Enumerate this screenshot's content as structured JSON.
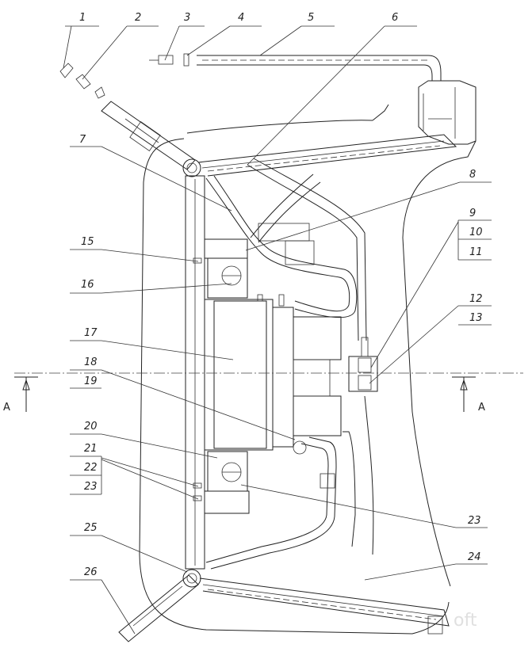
{
  "callouts": [
    "1",
    "2",
    "3",
    "4",
    "5",
    "6",
    "7",
    "8",
    "9",
    "10",
    "11",
    "12",
    "13",
    "15",
    "16",
    "17",
    "18",
    "19",
    "20",
    "21",
    "22",
    "23",
    "23",
    "24",
    "25",
    "26"
  ],
  "section_mark": "A",
  "watermark": "oft"
}
